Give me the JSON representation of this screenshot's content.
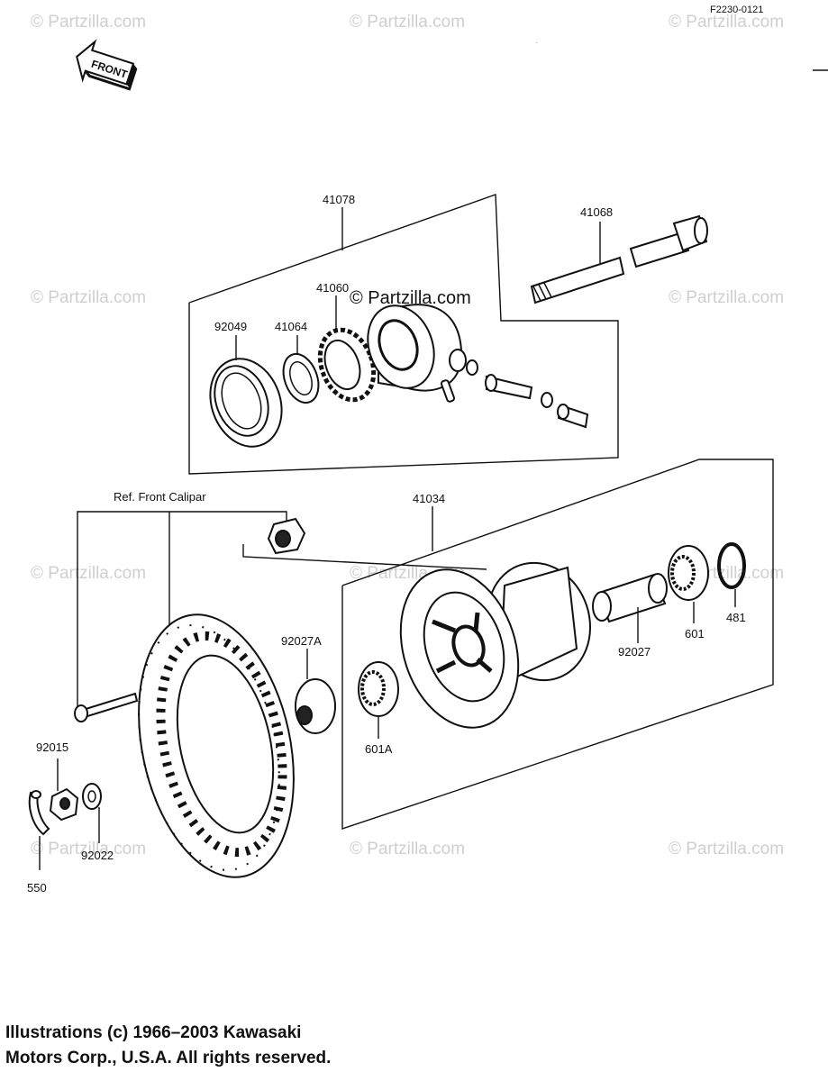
{
  "diagram_code": "F2230-0121",
  "front_arrow_label": "FRONT",
  "watermark": "© Partzilla.com",
  "ref_note": "Ref. Front Calipar",
  "part_labels": {
    "p41078": "41078",
    "p41068": "41068",
    "p41060": "41060",
    "p41064": "41064",
    "p92049": "92049",
    "p41034": "41034",
    "p92027A": "92027A",
    "p92027": "92027",
    "p601": "601",
    "p481": "481",
    "p601A": "601A",
    "p92015": "92015",
    "p92022": "92022",
    "p550": "550"
  },
  "copyright": {
    "line1": "Illustrations (c) 1966–2003 Kawasaki",
    "line2": "Motors Corp., U.S.A.  All rights reserved."
  }
}
